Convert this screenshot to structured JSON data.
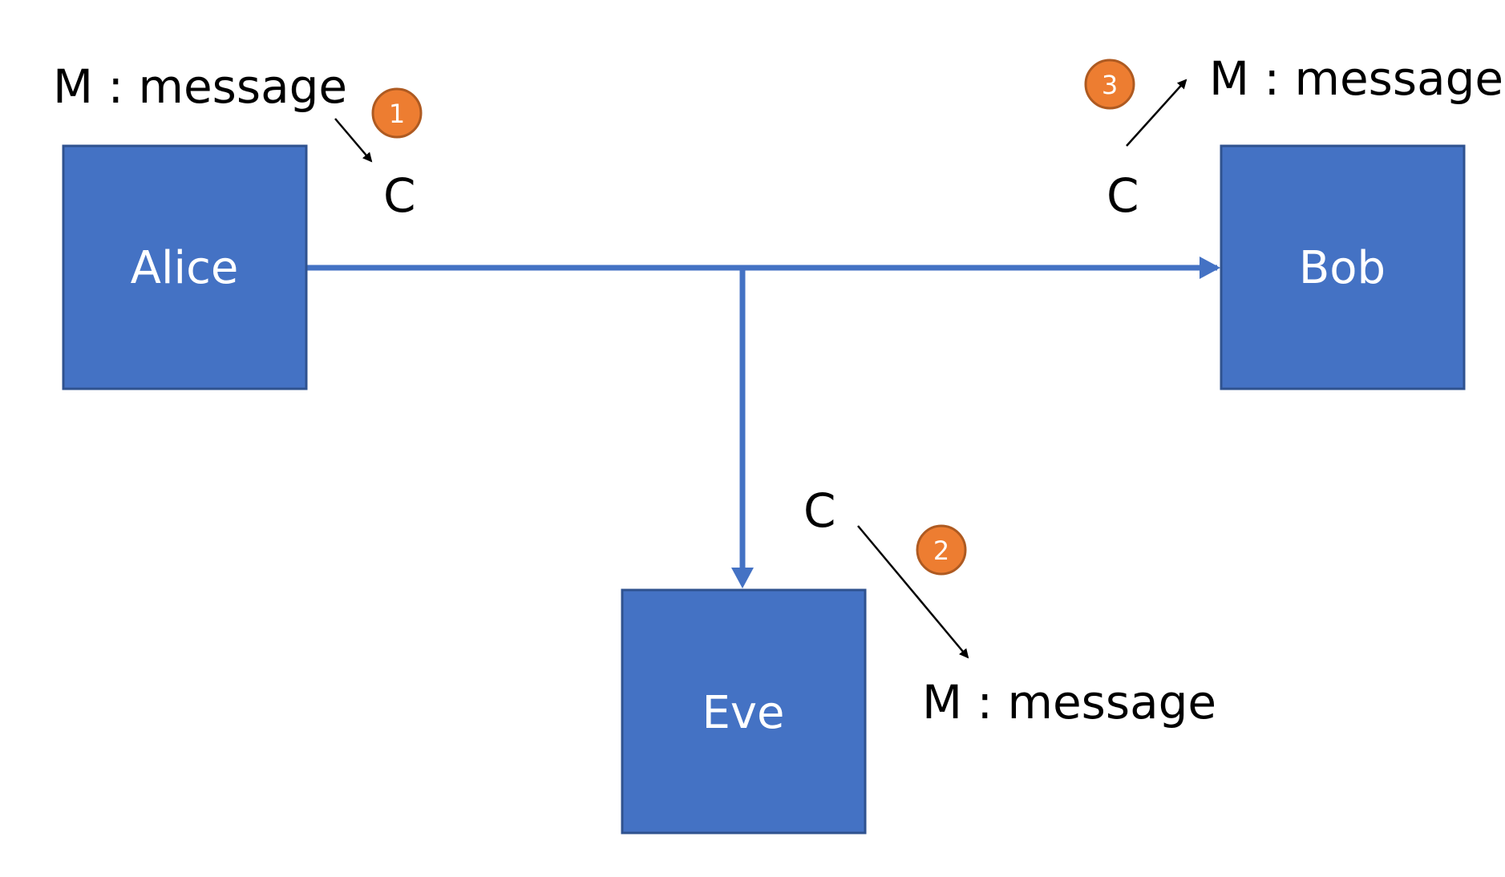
{
  "colors": {
    "node_fill": "#4472C4",
    "node_stroke": "#2F528F",
    "badge_fill": "#ED7D31",
    "badge_stroke": "#AE5A21",
    "arrow": "#000000"
  },
  "nodes": {
    "alice": "Alice",
    "bob": "Bob",
    "eve": "Eve"
  },
  "steps": {
    "one": {
      "badge": "1",
      "from": "M : message",
      "to": "C"
    },
    "two": {
      "badge": "2",
      "from": "C",
      "to": "M : message"
    },
    "three": {
      "badge": "3",
      "from": "C",
      "to": "M : message"
    }
  }
}
